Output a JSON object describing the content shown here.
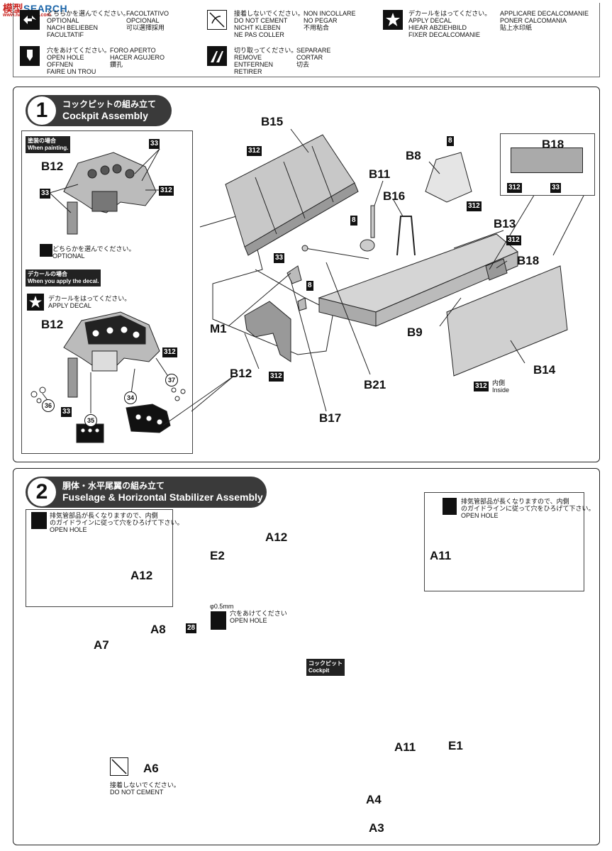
{
  "watermark": {
    "text": "模型",
    "text2": "SEARCH",
    "sub": "www.hasegawa.com"
  },
  "legend": [
    {
      "icon": "optional-icon",
      "lines": "どちらかを選んでください。\nOPTIONAL\nNACH BELIEBEN\nFACULTATIF",
      "lines2": "FACOLTATIVO\nOPCIONAL\n可以選擇採用"
    },
    {
      "icon": "open-hole-icon",
      "lines": "穴をあけてください。\nOPEN HOLE\nOFFNEN\nFAIRE UN TROU",
      "lines2": "FORO APERTO\nHACER AGUJERO\n鑽孔"
    },
    {
      "icon": "no-cement-icon",
      "lines": "接着しないでください。\nDO NOT CEMENT\nNICHT KLEBEN\nNE PAS COLLER",
      "lines2": "NON INCOLLARE\nNO PEGAR\n不用粘合"
    },
    {
      "icon": "remove-icon",
      "lines": "切り取ってください。\nREMOVE\nENTFERNEN\nRETIRER",
      "lines2": "SEPARARE\nCORTAR\n切去"
    },
    {
      "icon": "apply-decal-icon",
      "lines": "デカールをはってください。\nAPPLY DECAL\nHIEAR ABZIEHBILD\nFIXER DECALCOMANIE",
      "lines2": "APPLICARE DECALCOMANIE\nPONER CALCOMANIA\n貼上水印紙"
    }
  ],
  "step1": {
    "num": "1",
    "title_jp": "コックピットの組み立て",
    "title_en": "Cockpit Assembly",
    "when_painting_jp": "塗装の場合",
    "when_painting_en": "When painting.",
    "optional_jp": "どちらかを選んでください。",
    "optional_en": "OPTIONAL",
    "decal_jp": "デカールの場合",
    "decal_en": "When you apply the decal.",
    "apply_decal_jp": "デカールをはってください。",
    "apply_decal_en": "APPLY DECAL",
    "inside_jp": "内側",
    "inside_en": "Inside",
    "parts": [
      "B15",
      "B8",
      "B11",
      "B16",
      "B13",
      "B18",
      "B12",
      "B12",
      "B12",
      "M1",
      "B9",
      "B14",
      "B21",
      "B17",
      "B18"
    ],
    "colors": [
      "312",
      "33",
      "312",
      "8",
      "8",
      "312",
      "312",
      "33",
      "312",
      "33",
      "8",
      "312",
      "312",
      "312",
      "33",
      "312",
      "33"
    ],
    "decals": [
      "36",
      "35",
      "34",
      "37"
    ]
  },
  "step2": {
    "num": "2",
    "title_jp": "胴体・水平尾翼の組み立て",
    "title_en": "Fuselage & Horizontal Stabilizer Assembly",
    "hole_note_jp": "排気管部品が長くなりますので、内側\nのガイドラインに従って穴をひろげて下さい。",
    "hole_note_en": "OPEN HOLE",
    "hole_note2_jp": "排気管部品が長くなりますので、内側\nのガイドラインに従って穴をひろげて下さい。",
    "hole_note2_en": "OPEN HOLE",
    "drill_size": "φ0.5mm",
    "drill_jp": "穴をあけてください",
    "drill_en": "OPEN HOLE",
    "cockpit_jp": "コックピット",
    "cockpit_en": "Cockpit",
    "no_cement_jp": "接着しないでください。",
    "no_cement_en": "DO NOT CEMENT",
    "parts": [
      "A12",
      "A12",
      "E2",
      "A11",
      "A8",
      "A7",
      "A11",
      "E1",
      "A6",
      "A4",
      "A3"
    ],
    "colors": [
      "28"
    ]
  }
}
